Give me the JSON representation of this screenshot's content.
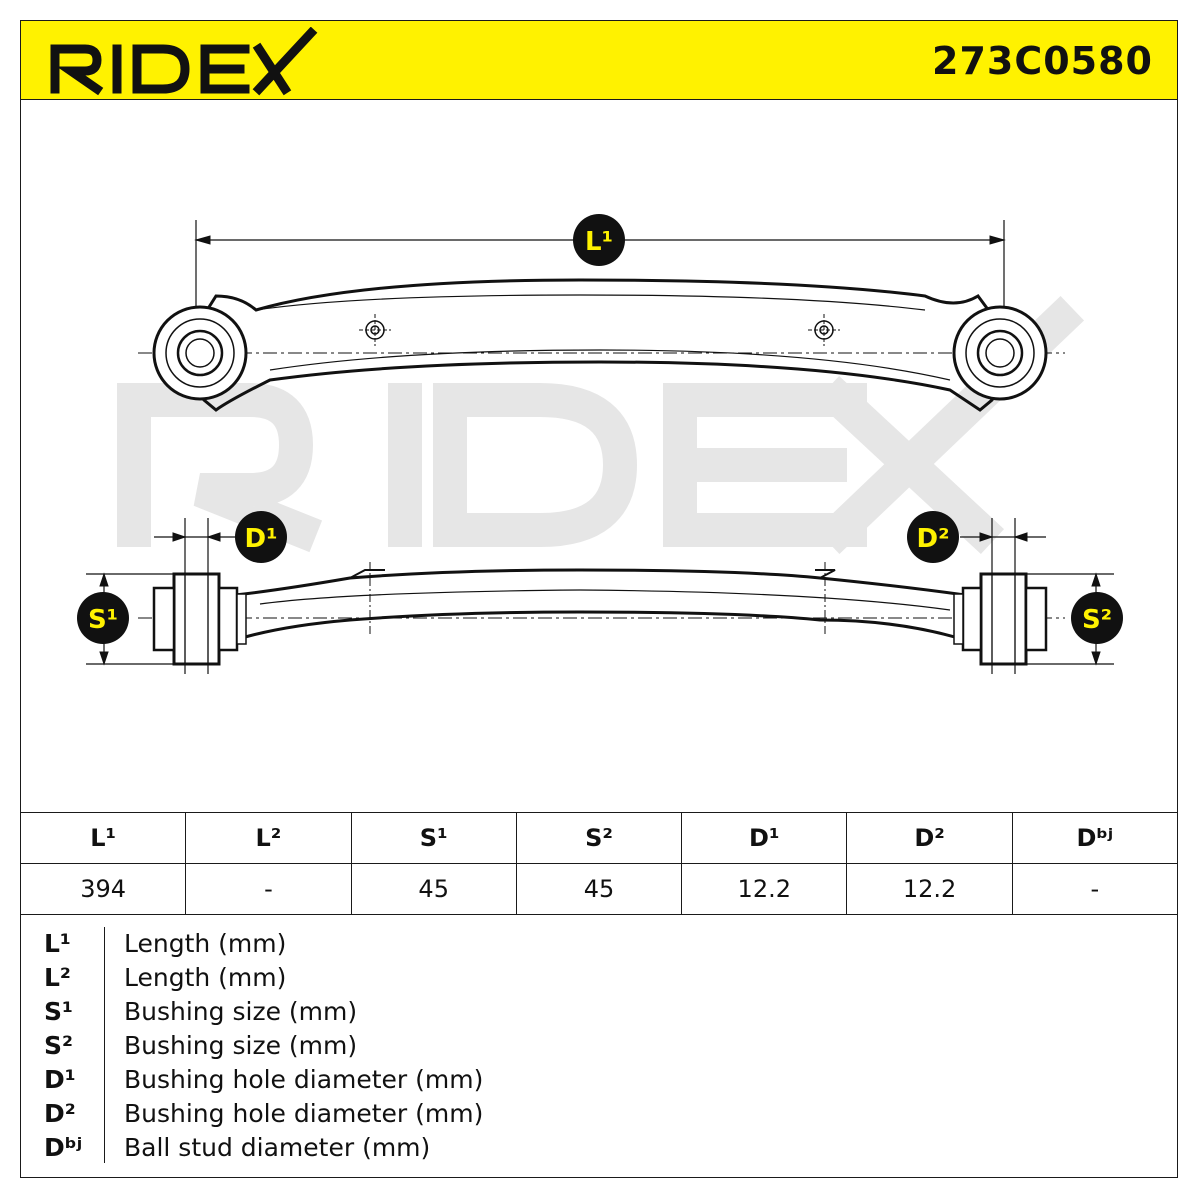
{
  "header": {
    "brand": "RIDEX",
    "part_number": "273C0580",
    "background_color": "#fff200"
  },
  "diagram": {
    "labels": {
      "length": "L¹",
      "hole_left": "D¹",
      "hole_right": "D²",
      "bushing_left": "S¹",
      "bushing_right": "S²"
    },
    "watermark": "RIDEX"
  },
  "specs": {
    "headers": [
      "L¹",
      "L²",
      "S¹",
      "S²",
      "D¹",
      "D²",
      "Dᵇʲ"
    ],
    "values": [
      "394",
      "-",
      "45",
      "45",
      "12.2",
      "12.2",
      "-"
    ]
  },
  "legend": [
    {
      "symbol": "L¹",
      "description": "Length (mm)"
    },
    {
      "symbol": "L²",
      "description": "Length (mm)"
    },
    {
      "symbol": "S¹",
      "description": "Bushing size (mm)"
    },
    {
      "symbol": "S²",
      "description": "Bushing size (mm)"
    },
    {
      "symbol": "D¹",
      "description": "Bushing hole diameter (mm)"
    },
    {
      "symbol": "D²",
      "description": "Bushing hole diameter (mm)"
    },
    {
      "symbol": "Dᵇʲ",
      "description": "Ball stud diameter (mm)"
    }
  ]
}
